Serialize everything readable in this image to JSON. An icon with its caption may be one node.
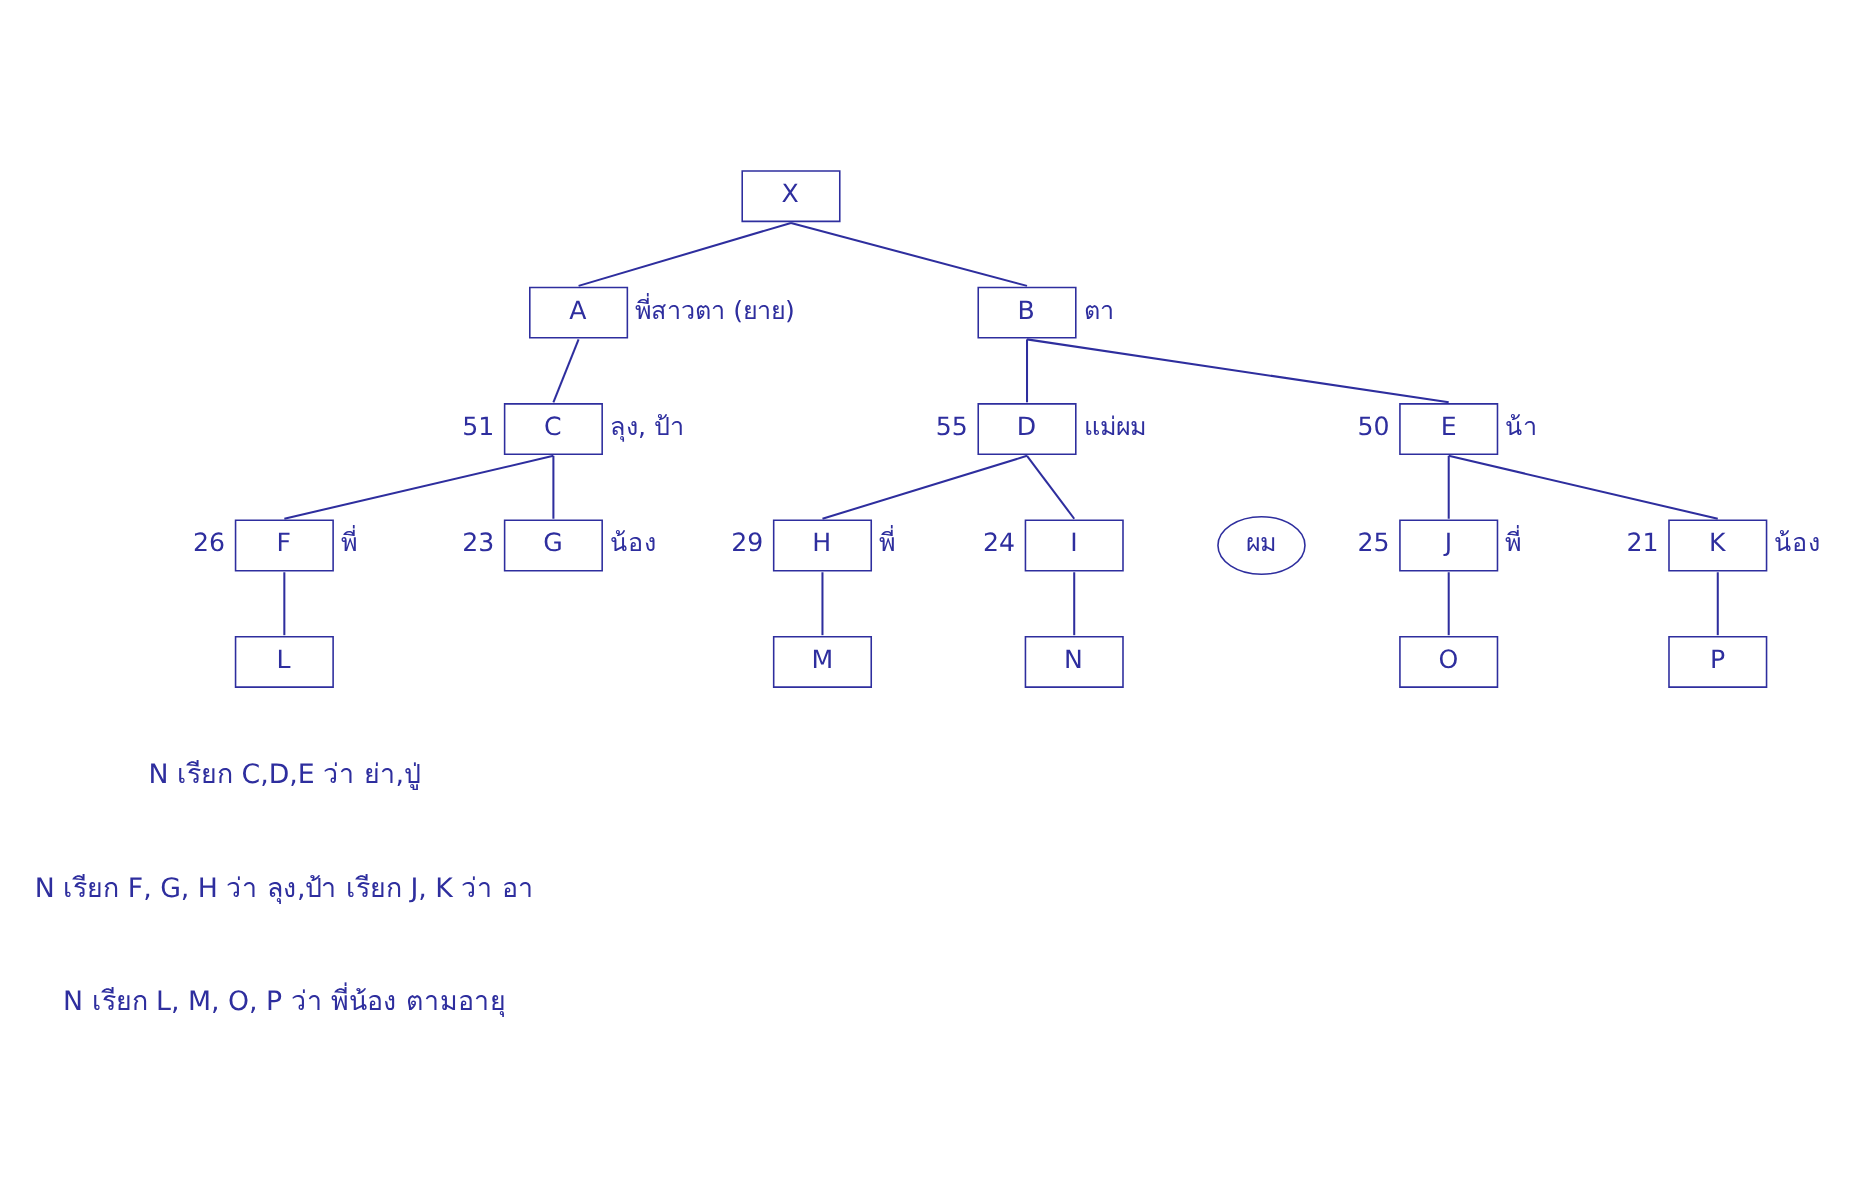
{
  "diagram": {
    "nodes": [
      {
        "text": [
          "X"
        ]
      },
      {
        "text": [
          "A"
        ],
        "beside": [
          "พี่สาวตา (ยาย)"
        ]
      },
      {
        "text": [
          "B"
        ],
        "beside": [
          "ตา"
        ]
      },
      {
        "text": [
          "C"
        ],
        "beside": [
          "51",
          "ลุง, ป้า"
        ]
      },
      {
        "text": [
          "D"
        ],
        "beside": [
          "55",
          "แม่ผม"
        ]
      },
      {
        "text": [
          "E"
        ],
        "beside": [
          "50",
          "น้า"
        ]
      },
      {
        "text": [
          "F"
        ],
        "beside": [
          "26",
          "พี่"
        ]
      },
      {
        "text": [
          "G"
        ],
        "beside": [
          "23",
          "น้อง"
        ]
      },
      {
        "text": [
          "H"
        ],
        "beside": [
          "29",
          "พี่"
        ]
      },
      {
        "text": [
          "I"
        ],
        "beside": [
          "24"
        ]
      },
      {
        "text": [
          "ผม"
        ]
      },
      {
        "text": [
          "J"
        ],
        "beside": [
          "25",
          "พี่"
        ]
      },
      {
        "text": [
          "K"
        ],
        "beside": [
          "21",
          "น้อง"
        ]
      },
      {
        "text": [
          "L"
        ]
      },
      {
        "text": [
          "M"
        ]
      },
      {
        "text": [
          "N"
        ]
      },
      {
        "text": [
          "O"
        ]
      },
      {
        "text": [
          "P"
        ]
      }
    ],
    "edges": [
      {
        "from": 0,
        "to": 1,
        "arrow": "none"
      },
      {
        "from": 0,
        "to": 2,
        "arrow": "none"
      },
      {
        "from": 1,
        "to": 3,
        "arrow": "none"
      },
      {
        "from": 2,
        "to": 4,
        "arrow": "none"
      },
      {
        "from": 2,
        "to": 5,
        "arrow": "none"
      },
      {
        "from": 3,
        "to": 6,
        "arrow": "none"
      },
      {
        "from": 3,
        "to": 7,
        "arrow": "none"
      },
      {
        "from": 4,
        "to": 8,
        "arrow": "none"
      },
      {
        "from": 4,
        "to": 9,
        "arrow": "none"
      },
      {
        "from": 5,
        "to": 11,
        "arrow": "none"
      },
      {
        "from": 5,
        "to": 12,
        "arrow": "none"
      },
      {
        "from": 6,
        "to": 13,
        "arrow": "none"
      },
      {
        "from": 8,
        "to": 14,
        "arrow": "none"
      },
      {
        "from": 9,
        "to": 15,
        "arrow": "none"
      },
      {
        "from": 11,
        "to": 16,
        "arrow": "none"
      },
      {
        "from": 12,
        "to": 17,
        "arrow": "none"
      }
    ],
    "labels": [
      "N เรียก C,D,E ว่า ย่า,ปู่",
      "N เรียก F, G, H ว่า ลุง,ป้า เรียก J, K ว่า อา",
      "N เรียก L, M, O, P ว่า พี่น้อง ตามอายุ"
    ]
  }
}
